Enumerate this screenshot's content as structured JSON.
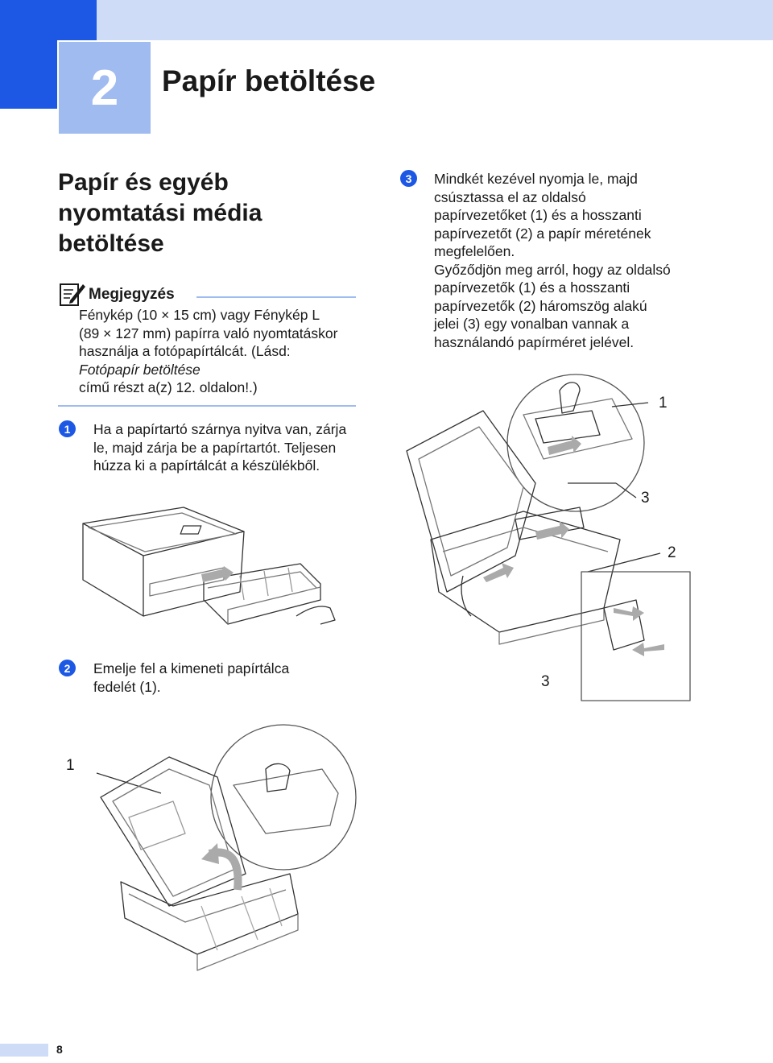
{
  "chapter": {
    "number": "2",
    "title": "Papír betöltése"
  },
  "section": {
    "title": "Papír és egyéb nyomtatási média betöltése"
  },
  "note": {
    "heading": "Megjegyzés",
    "line1": "Fénykép (10 × 15 cm) vagy Fénykép L",
    "line2": "(89 × 127 mm) papírra való nyomtatáskor",
    "line3": "használja a fotópapírtálcát. (Lásd:",
    "link": "Fotópapír betöltése",
    "line5": "című részt a(z) 12. oldalon!.)"
  },
  "steps": [
    {
      "badge": "1",
      "lines": [
        "Ha a papírtartó szárnya nyitva van, zárja",
        "le, majd zárja be a papírtartót. Teljesen",
        "húzza ki a papírtálcát a készülékből."
      ]
    },
    {
      "badge": "2",
      "lines": [
        "Emelje fel a kimeneti papírtálca",
        "fedelét (1)."
      ]
    },
    {
      "badge": "3",
      "lines": [
        "Mindkét kezével nyomja le, majd",
        "csúsztassa el az oldalsó",
        "papírvezetőket (1) és a hosszanti",
        "papírvezetőt (2) a papír méretének",
        "megfelelően.",
        "Győződjön meg arról, hogy az oldalsó",
        "papírvezetők (1) és a hosszanti",
        "papírvezetők (2) háromszög alakú",
        "jelei (3) egy vonalban vannak a",
        "használandó papírméret jelével."
      ]
    }
  ],
  "callouts": {
    "fig2_1": "1",
    "fig3_1": "1",
    "fig3_3a": "3",
    "fig3_2": "2",
    "fig3_3b": "3"
  },
  "icons": {
    "note": "note-pencil-icon"
  },
  "colors": {
    "accent": "#1d58e5",
    "light": "#cfdcf7",
    "chapter_box": "#9fbbf0"
  },
  "footer": {
    "page_number": "8"
  }
}
